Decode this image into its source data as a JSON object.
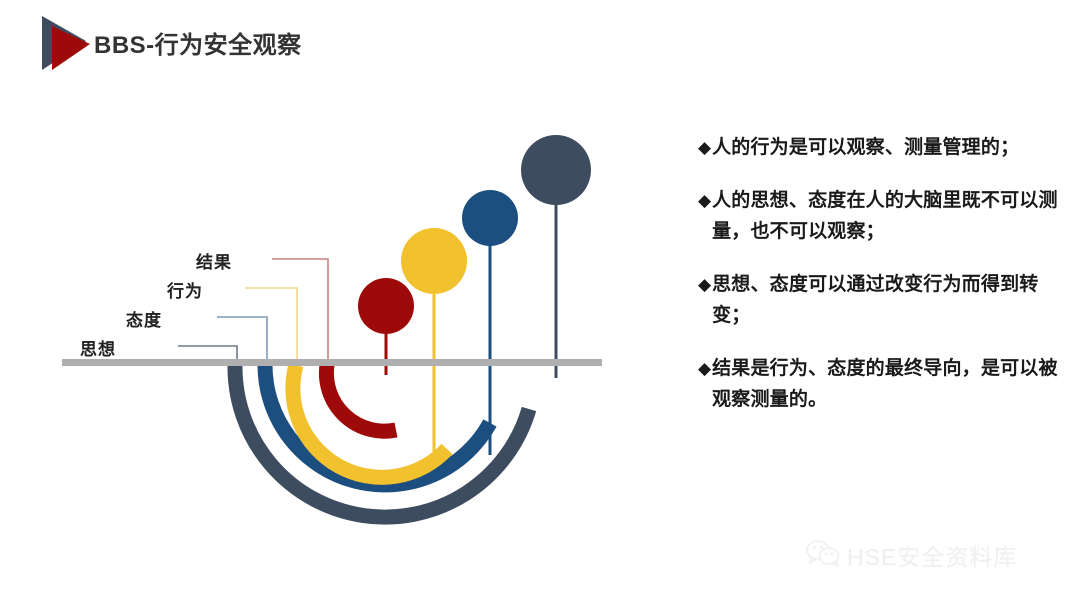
{
  "header": {
    "title": "BBS-行为安全观察",
    "logo_icon": "triangle-play-logo",
    "logo_colors": {
      "back": "#3D4C5E",
      "front": "#9E0A0A"
    }
  },
  "diagram": {
    "waterline_color": "#AFAFAF",
    "layers": [
      {
        "key": "thought",
        "label": "思想",
        "color": "#3D4C5E",
        "leader_color": "#6E7B8A"
      },
      {
        "key": "attitude",
        "label": "态度",
        "color": "#1C4E80",
        "leader_color": "#7E9AB4"
      },
      {
        "key": "behavior",
        "label": "行为",
        "color": "#F2C12E",
        "leader_color": "#F3D58A"
      },
      {
        "key": "result",
        "label": "结果",
        "color": "#9E0A0A",
        "leader_color": "#C98080"
      }
    ]
  },
  "bullets": {
    "marker": "◆",
    "items": [
      {
        "text": "人的行为是可以观察、测量管理的；"
      },
      {
        "text": "人的思想、态度在人的大脑里既不可以测量，也不可以观察；"
      },
      {
        "text": "思想、态度可以通过改变行为而得到转变；"
      },
      {
        "text": "结果是行为、态度的最终导向，是可以被观察测量的。"
      }
    ]
  },
  "watermark": {
    "icon": "wechat-icon",
    "text": "HSE安全资料库",
    "color": "#E3E3E3"
  }
}
